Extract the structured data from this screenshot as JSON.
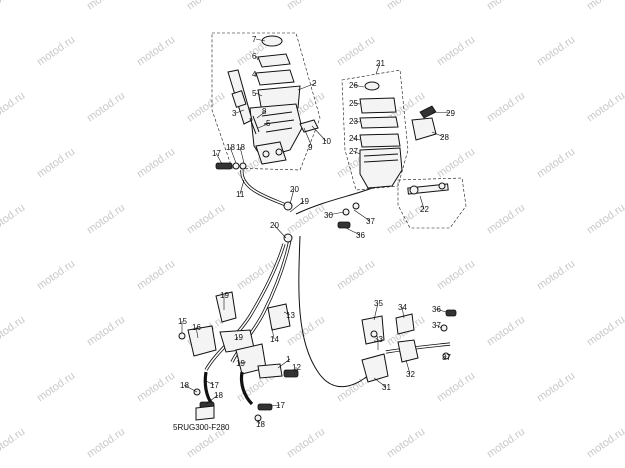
{
  "diagram": {
    "watermark_text": "motod.ru",
    "figure_code": "5RUG300-F280",
    "callouts": [
      "1",
      "2",
      "3",
      "4",
      "5",
      "6",
      "7",
      "8",
      "9",
      "10",
      "11",
      "12",
      "13",
      "14",
      "15",
      "16",
      "17",
      "18",
      "19",
      "20",
      "21",
      "22",
      "23",
      "24",
      "25",
      "26",
      "27",
      "28",
      "29",
      "30",
      "31",
      "32",
      "33",
      "34",
      "35",
      "36",
      "37"
    ]
  }
}
